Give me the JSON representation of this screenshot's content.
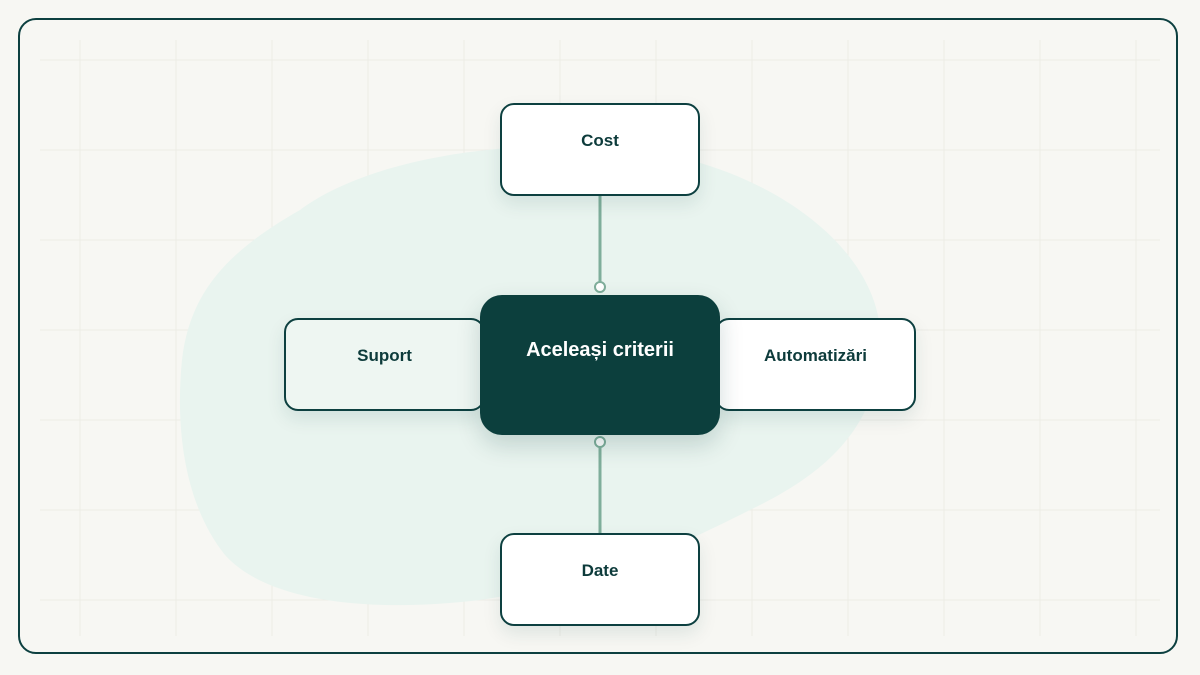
{
  "diagram": {
    "center": {
      "label": "Aceleași criterii"
    },
    "nodes": {
      "top": {
        "label": "Cost"
      },
      "left": {
        "label": "Suport"
      },
      "right": {
        "label": "Automatizări"
      },
      "bottom": {
        "label": "Date"
      }
    },
    "colors": {
      "primary": "#0c3f3d",
      "connector": "#7fae9b",
      "blob": "#e9f4ef",
      "background": "#f7f7f3"
    }
  }
}
